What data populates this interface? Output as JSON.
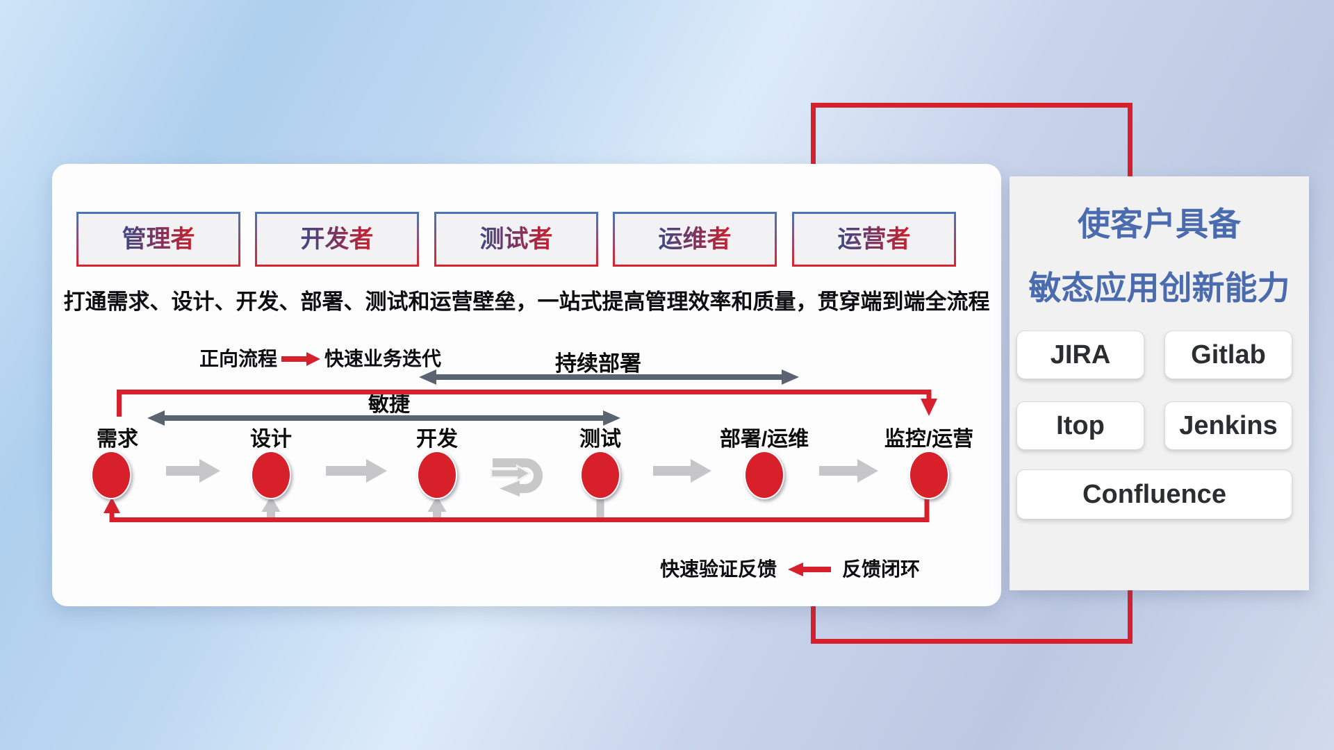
{
  "roles": [
    "管理者",
    "开发者",
    "测试者",
    "运维者",
    "运营者"
  ],
  "subtitle": "打通需求、设计、开发、部署、测试和运营壁垒，一站式提高管理效率和质量，贯穿端到端全流程",
  "forward_legend": {
    "label": "正向流程",
    "desc": "快速业务迭代"
  },
  "flow_arrows": {
    "continuous_deployment": "持续部署",
    "agile": "敏捷"
  },
  "stages": [
    "需求",
    "设计",
    "开发",
    "测试",
    "部署/运维",
    "监控/运营"
  ],
  "feedback_legend": {
    "label": "快速验证反馈",
    "desc": "反馈闭环"
  },
  "right_panel": {
    "title_line1": "使客户具备",
    "title_line2": "敏态应用创新能力",
    "tools": [
      "JIRA",
      "Gitlab",
      "Itop",
      "Jenkins",
      "Confluence"
    ]
  },
  "colors": {
    "red": "#d7202b",
    "dark_arrow": "#5a6370",
    "gray_arrow": "#c6c6c8",
    "title_blue": "#4a6bad",
    "box_border_top": "#4a74bc",
    "box_border_bottom": "#d9232e"
  }
}
